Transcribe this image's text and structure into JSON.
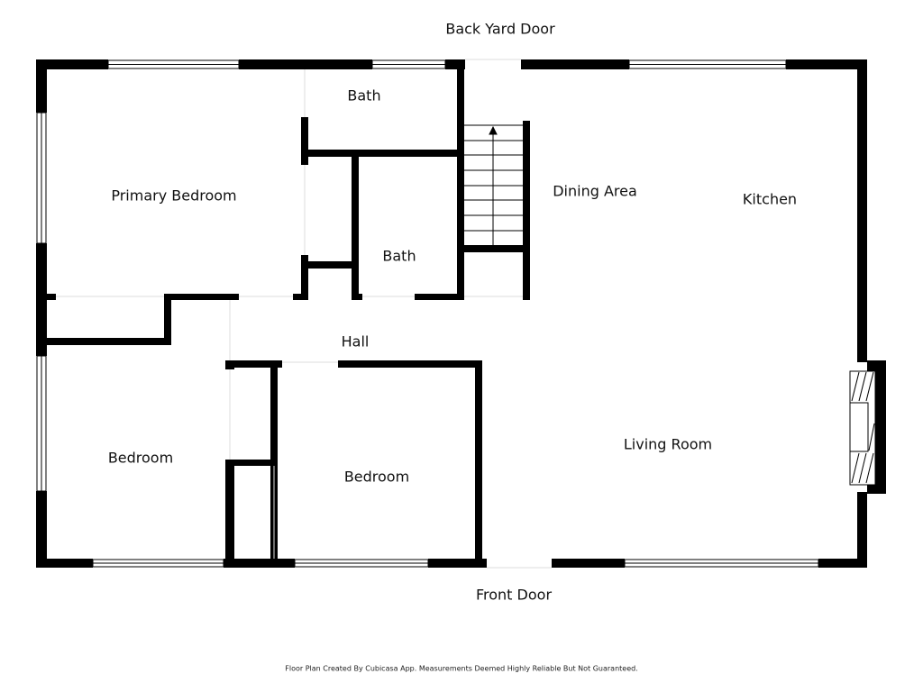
{
  "labels": {
    "back_door": "Back Yard Door",
    "front_door": "Front Door",
    "primary_bedroom": "Primary Bedroom",
    "bath_upper": "Bath",
    "bath_lower": "Bath",
    "dining": "Dining Area",
    "kitchen": "Kitchen",
    "hall": "Hall",
    "bedroom_left": "Bedroom",
    "bedroom_center": "Bedroom",
    "living": "Living Room"
  },
  "footer": "Floor Plan Created By Cubicasa App. Measurements Deemed Highly Reliable But Not Guaranteed.",
  "colors": {
    "wall": "#000000",
    "background": "#ffffff"
  }
}
